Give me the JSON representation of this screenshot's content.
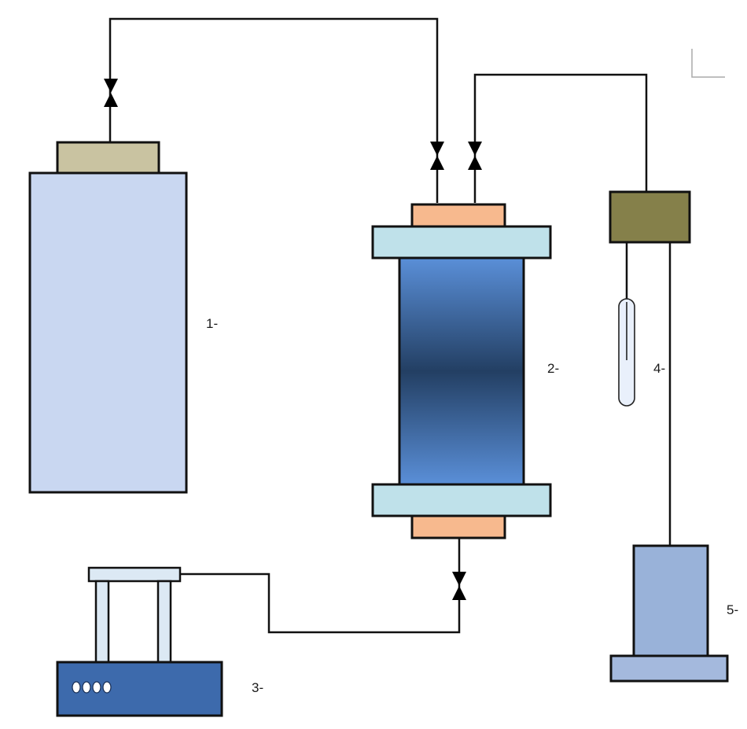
{
  "labels": {
    "vessel": "1-",
    "column": "2-",
    "collector": "4-",
    "pump": "3-",
    "receiver": "5-"
  },
  "colors": {
    "vessel_body": "#c9d7f1",
    "vessel_cap": "#c9c3a1",
    "column_flange": "#bfe1ea",
    "column_endcap": "#f7b98e",
    "column_top": "#5a8fd8",
    "column_mid": "#233f63",
    "collector_head": "#85804a",
    "receiver_body": "#99b2d9",
    "receiver_base": "#a4b9dd",
    "pump_base": "#3d6aac",
    "pump_frame": "#dce9f4",
    "tube": "#e9f0fb"
  }
}
